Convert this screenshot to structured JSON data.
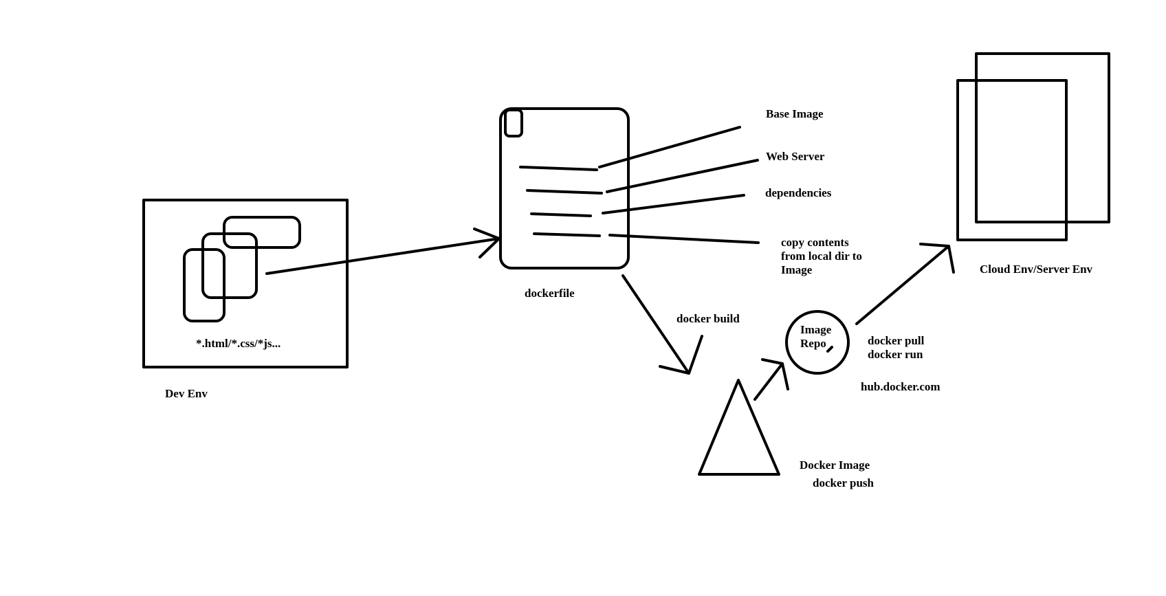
{
  "labels": {
    "dev_files": "*.html/*.css/*js...",
    "dev_env": "Dev Env",
    "dockerfile": "dockerfile",
    "base_image": "Base Image",
    "web_server": "Web Server",
    "dependencies": "dependencies",
    "copy_line1": "copy contents",
    "copy_line2": "from local dir to",
    "copy_line3": "Image",
    "docker_build": "docker build",
    "image_repo_line1": "Image",
    "image_repo_line2": "Repo",
    "docker_pull": "docker pull",
    "docker_run": "docker run",
    "hub": "hub.docker.com",
    "docker_image": "Docker Image",
    "docker_push": "docker push",
    "cloud_env": "Cloud Env/Server Env"
  },
  "colors": {
    "ink": "#000000",
    "background": "#ffffff"
  }
}
